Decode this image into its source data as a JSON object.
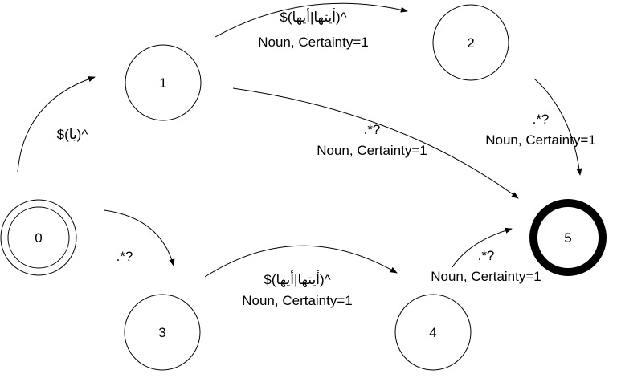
{
  "diagram": {
    "states": [
      {
        "id": "0",
        "label": "0",
        "start": true,
        "final": false
      },
      {
        "id": "1",
        "label": "1",
        "start": false,
        "final": false
      },
      {
        "id": "2",
        "label": "2",
        "start": false,
        "final": false
      },
      {
        "id": "3",
        "label": "3",
        "start": false,
        "final": false
      },
      {
        "id": "4",
        "label": "4",
        "start": false,
        "final": false
      },
      {
        "id": "5",
        "label": "5",
        "start": false,
        "final": true
      }
    ],
    "transitions": [
      {
        "from": "0",
        "to": "1",
        "pattern": "^(يا)$",
        "output": ""
      },
      {
        "from": "1",
        "to": "2",
        "pattern": "^(أيتها|أيها)$",
        "output": "Noun, Certainty=1"
      },
      {
        "from": "1",
        "to": "5",
        "pattern": ".*?",
        "output": "Noun, Certainty=1"
      },
      {
        "from": "2",
        "to": "5",
        "pattern": ".*?",
        "output": "Noun, Certainty=1"
      },
      {
        "from": "0",
        "to": "3",
        "pattern": ".*?",
        "output": ""
      },
      {
        "from": "3",
        "to": "4",
        "pattern": "^(أيتها|أيها)$",
        "output": "Noun, Certainty=1"
      },
      {
        "from": "4",
        "to": "5",
        "pattern": ".*?",
        "output": "Noun, Certainty=1"
      }
    ]
  }
}
